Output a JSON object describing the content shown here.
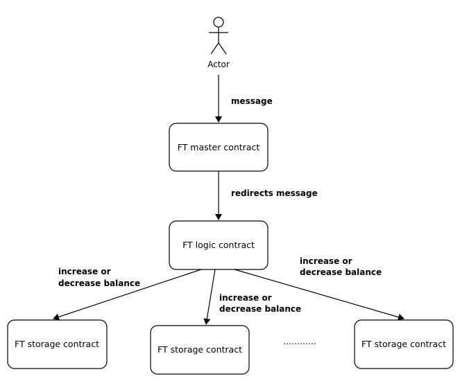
{
  "actor": {
    "label": "Actor"
  },
  "edges": {
    "message": "message",
    "redirects": "redirects message",
    "left": [
      "increase or",
      "decrease balance"
    ],
    "middle": [
      "increase or",
      "decrease balance"
    ],
    "right": [
      "increase or",
      "decrease balance"
    ]
  },
  "boxes": {
    "master": "FT master contract",
    "logic": "FT logic contract",
    "storage_left": "FT storage contract",
    "storage_middle": "FT storage contract",
    "storage_right": "FT storage contract"
  },
  "ellipsis": "............"
}
